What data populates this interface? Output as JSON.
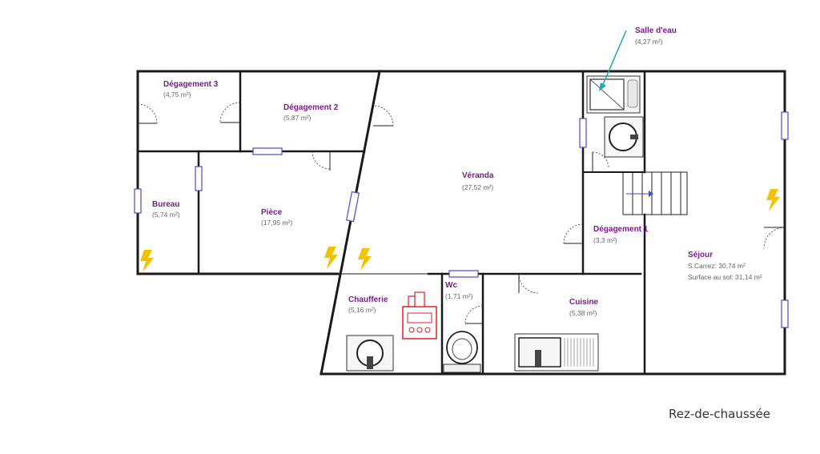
{
  "rooms": {
    "salle_eau": {
      "name": "Salle d'eau",
      "area": "(4,27 m²)"
    },
    "degagement3": {
      "name": "Dégagement 3",
      "area": "(4,75 m²)"
    },
    "degagement2": {
      "name": "Dégagement 2",
      "area": "(5,87 m²)"
    },
    "bureau": {
      "name": "Bureau",
      "area": "(5,74 m²)"
    },
    "piece": {
      "name": "Pièce",
      "area": "(17,95 m²)"
    },
    "veranda": {
      "name": "Véranda",
      "area": "(27,52 m²)"
    },
    "degagement1": {
      "name": "Dégagement 1",
      "area": "(3,3 m²)"
    },
    "sejour": {
      "name": "Séjour",
      "carrez": "S.Carrez: 30,74 m²",
      "surface": "Surface au sol: 31,14 m²"
    },
    "chaufferie": {
      "name": "Chaufferie",
      "area": "(5,16 m²)"
    },
    "wc": {
      "name": "Wc",
      "area": "(1,71 m²)"
    },
    "cuisine": {
      "name": "Cuisine",
      "area": "(5,38 m²)"
    }
  },
  "level_label": "Rez-de-chaussée",
  "colors": {
    "room_label": "#7a1a8c",
    "window": "#4a4ac8",
    "electric": "#f2c200",
    "boiler": "#e02020",
    "pointer": "#1aa8b8"
  },
  "icons": [
    "electric-panel-icon",
    "boiler-icon",
    "shower-icon",
    "sink-icon",
    "toilet-icon",
    "washing-machine-icon",
    "stairs-icon"
  ]
}
